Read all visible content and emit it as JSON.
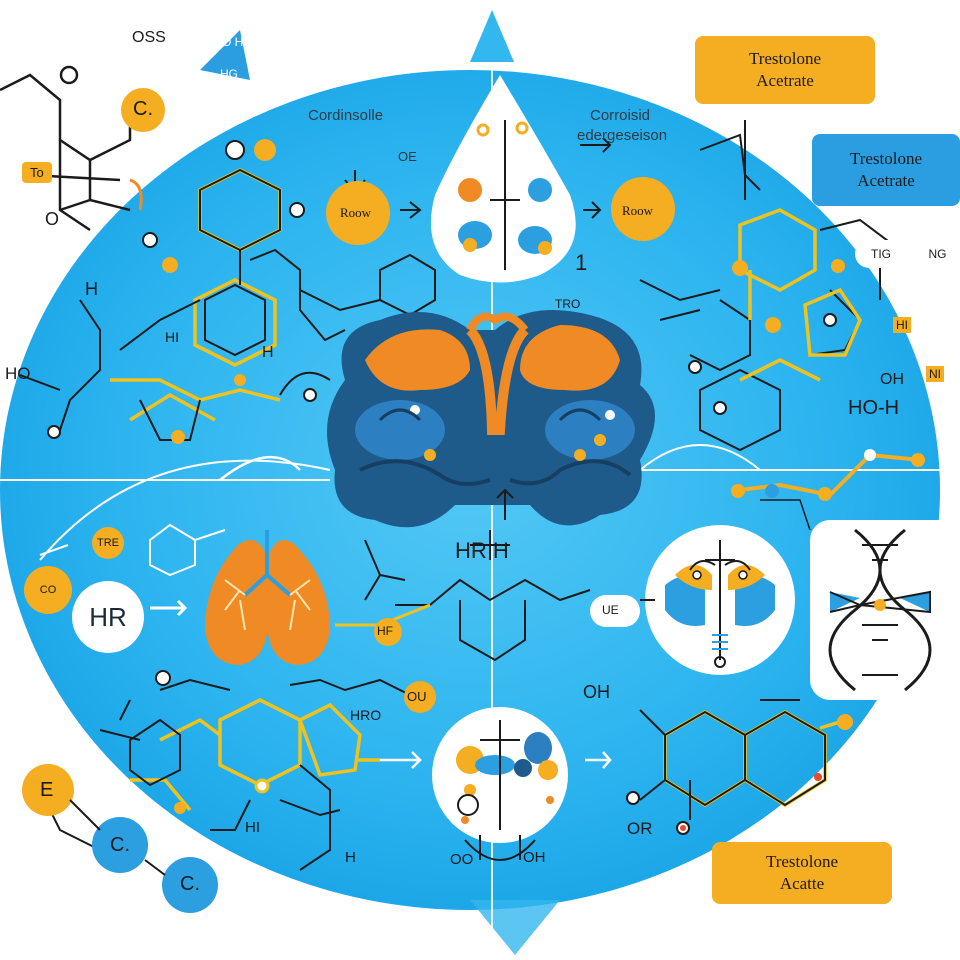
{
  "labels": {
    "cordinsolle": "Cordinsolle",
    "oe": "OE",
    "corroisid": "Corroisid",
    "edergesion": "edergeseison",
    "row_left": "Roow",
    "row_right": "Roow",
    "tro": "TRO",
    "trg": "TRE",
    "hr": "HR",
    "co": "CO",
    "hf": "HF",
    "ou": "OU",
    "hr_h": "HR H",
    "h_top": "H",
    "oh_right": "OH",
    "ho_left": "HO",
    "ho_h": "HO-H",
    "ni": "NI",
    "tig": "TIG",
    "ng": "NG",
    "hi_right": "HI",
    "h_small": "H",
    "o_left": "O",
    "one": "1",
    "to": "To",
    "oss": "OSS",
    "oh_top": "O H",
    "hg": "HG",
    "c_top": "C.",
    "e_circle": "E",
    "c_circle_1": "C.",
    "c_circle_2": "C.",
    "or": "OR",
    "oh_bottom": "OH",
    "oo_bottom": "OO",
    "h_bottom": "H",
    "hi_bottom": "HI",
    "hro": "HRO",
    "o_h_mid": "OH",
    "hi_mid": "HI",
    "ue": "UE"
  },
  "callouts": {
    "top_right": [
      "Trestolone",
      "Acetrate"
    ],
    "mid_right": [
      "Trestolone",
      "Acetrate"
    ],
    "bottom_right": [
      "Trestolone",
      "Acatte"
    ]
  },
  "colors": {
    "sky": "#33b7ef",
    "orange": "#f5ad22",
    "deep_orange": "#f08a24",
    "navy": "#1f5b8a",
    "blue_ball": "#2c9fe0",
    "yellow_bond": "#f0c21e",
    "ink": "#1b1b1b"
  },
  "icons": [
    "dna-helix-icon",
    "lungs-icon",
    "brain-icon",
    "molecule-icon",
    "droplet-icon"
  ]
}
